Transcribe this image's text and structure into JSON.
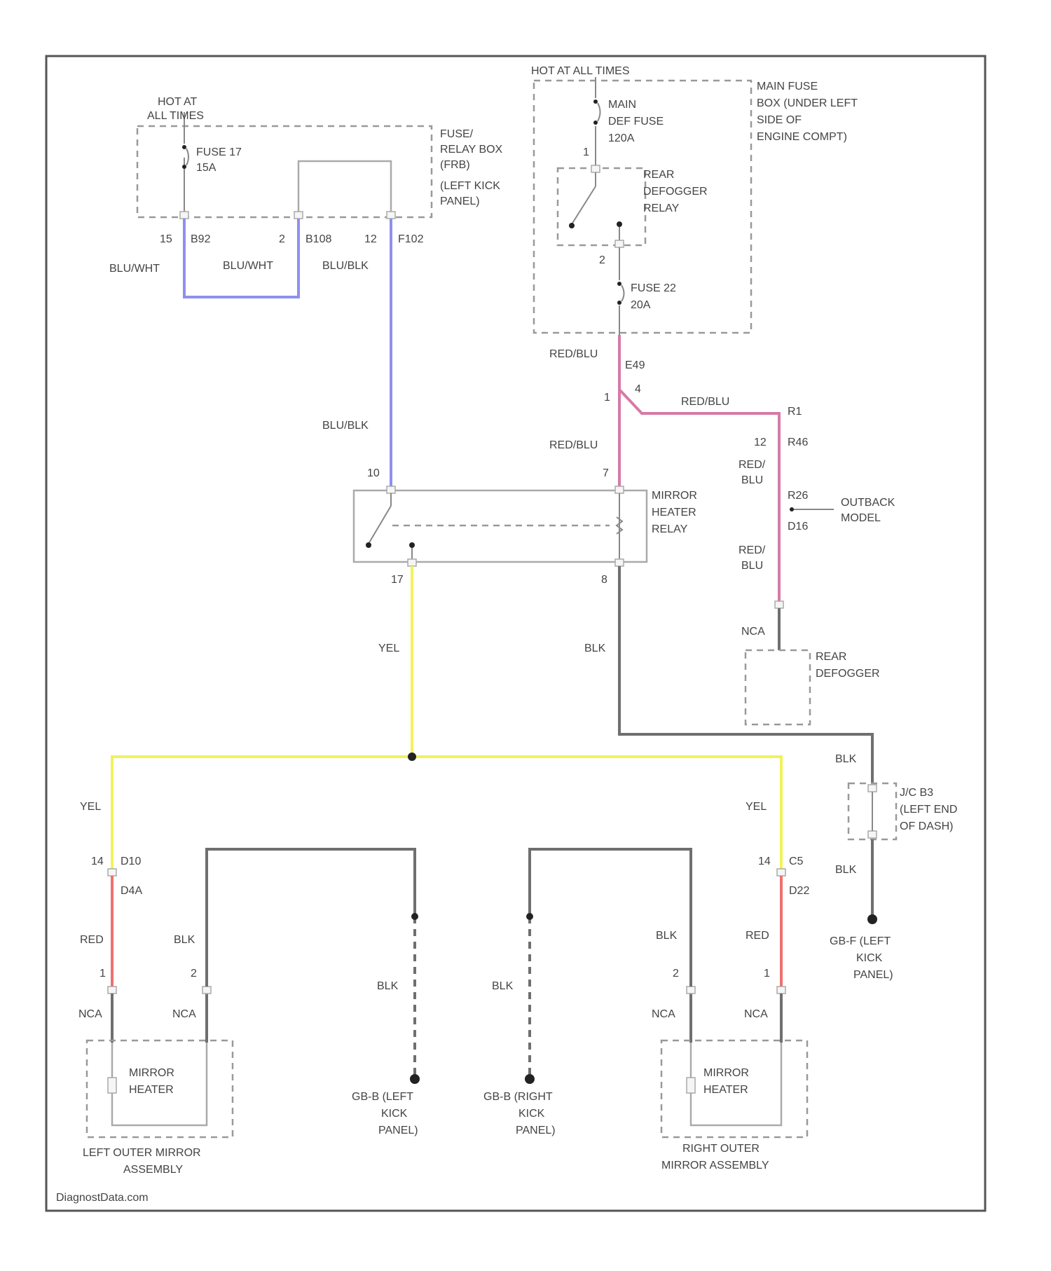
{
  "labels": {
    "hot1": [
      "HOT AT",
      "ALL TIMES"
    ],
    "hot2": "HOT AT ALL TIMES",
    "fuse17": [
      "FUSE 17",
      "15A"
    ],
    "frb": [
      "FUSE/",
      "RELAY BOX",
      "(FRB)",
      "(LEFT KICK",
      "PANEL)"
    ],
    "main_fuse": [
      "MAIN",
      "DEF FUSE",
      "120A"
    ],
    "main_box": [
      "MAIN FUSE",
      "BOX (UNDER LEFT",
      "SIDE OF",
      "ENGINE COMPT)"
    ],
    "defogger_relay": [
      "REAR",
      "DEFOGGER",
      "RELAY"
    ],
    "fuse22": [
      "FUSE 22",
      "20A"
    ],
    "pin_15": "15",
    "pin_b92": "B92",
    "pin_2": "2",
    "pin_b108": "B108",
    "pin_12a": "12",
    "pin_f102": "F102",
    "pin_1a": "1",
    "pin_2b": "2",
    "wire_bluwht1": "BLU/WHT",
    "wire_bluwht2": "BLU/WHT",
    "wire_blublk1": "BLU/BLK",
    "wire_blublk2": "BLU/BLK",
    "wire_redblu1": "RED/BLU",
    "wire_redblu2": "RED/BLU",
    "wire_redblu3": "RED/BLU",
    "pin_e49": "E49",
    "pin_1b": "1",
    "pin_4": "4",
    "pin_r1": "R1",
    "pin_12b": "12",
    "pin_r46": "R46",
    "wire_red_blu_a": [
      "RED/",
      "BLU"
    ],
    "wire_red_blu_b": [
      "RED/",
      "BLU"
    ],
    "pin_r26": "R26",
    "pin_d16": "D16",
    "outback": [
      "OUTBACK",
      "MODEL"
    ],
    "pin_10": "10",
    "pin_7": "7",
    "mirror_relay": [
      "MIRROR",
      "HEATER",
      "RELAY"
    ],
    "pin_17": "17",
    "pin_8": "8",
    "nca_defog": "NCA",
    "rear_defogger": [
      "REAR",
      "DEFOGGER"
    ],
    "wire_yel1": "YEL",
    "wire_blk1": "BLK",
    "wire_blk_j": "BLK",
    "jc": [
      "J/C B3",
      "(LEFT END",
      "OF DASH)"
    ],
    "wire_blk_j2": "BLK",
    "gb_left": [
      "GB-F (LEFT",
      "KICK",
      "PANEL)"
    ],
    "wire_yel_l": "YEL",
    "wire_yel_r": "YEL",
    "pin_14l": "14",
    "pin_d10": "D10",
    "pin_d4a": "D4A",
    "pin_14r": "14",
    "pin_c5": "C5",
    "pin_d22": "D22",
    "wire_red_l": "RED",
    "wire_blk_l": "BLK",
    "wire_blk_r": "BLK",
    "wire_red_r": "RED",
    "pin_1l": "1",
    "pin_2l": "2",
    "pin_2r": "2",
    "pin_1r": "1",
    "nca_l1": "NCA",
    "nca_l2": "NCA",
    "nca_r1": "NCA",
    "nca_r2": "NCA",
    "wire_blk_gb1": "BLK",
    "wire_blk_gb2": "BLK",
    "gb_b": [
      "GB-B (LEFT",
      "KICK",
      "PANEL)"
    ],
    "gb_b2": [
      "GB-B (RIGHT",
      "KICK",
      "PANEL)"
    ],
    "heater_l": [
      "MIRROR",
      "HEATER"
    ],
    "heater_r": [
      "MIRROR",
      "HEATER"
    ],
    "left_assy": [
      "LEFT OUTER MIRROR",
      "ASSEMBLY"
    ],
    "right_assy": [
      "RIGHT OUTER",
      "MIRROR ASSEMBLY"
    ],
    "footer": "DiagnostData.com"
  },
  "colors": {
    "wire_blu": "#8f8ff0",
    "wire_red_blu": "#d77aa6",
    "wire_yel": "#f2f25a",
    "wire_red": "#ef6f6f",
    "wire_blk": "#6f6f6f"
  }
}
